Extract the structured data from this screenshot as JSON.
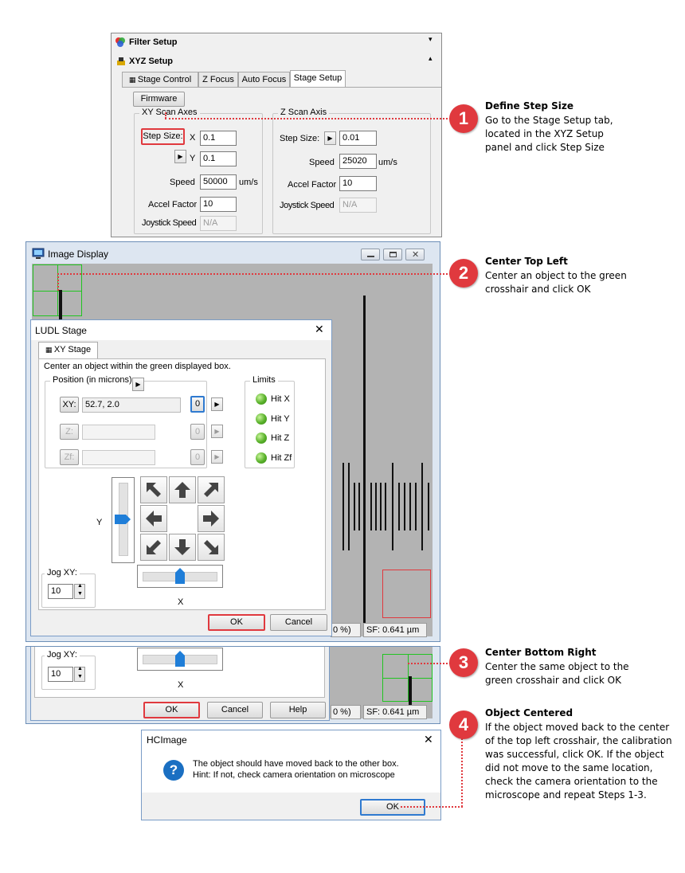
{
  "filter_setup": {
    "title": "Filter Setup"
  },
  "xyz_setup": {
    "title": "XYZ Setup",
    "tabs": [
      "Stage Control",
      "Z Focus",
      "Auto Focus",
      "Stage Setup"
    ],
    "firmware_label": "Firmware",
    "xy_group": "XY Scan Axes",
    "z_group": "Z Scan Axis",
    "step_size_label": "Step Size:",
    "x_label": "X",
    "y_label": "Y",
    "x_step": "0.1",
    "y_step": "0.1",
    "speed_label": "Speed",
    "xy_speed": "50000",
    "xy_speed_unit": "um/s",
    "accel_label": "Accel Factor",
    "xy_accel": "10",
    "joystick_label": "Joystick Speed",
    "xy_joystick": "N/A",
    "z_step_label": "Step Size:",
    "z_step": "0.01",
    "z_speed_label": "Speed",
    "z_speed": "25020",
    "z_speed_unit": "um/s",
    "z_accel_label": "Accel Factor",
    "z_accel": "10",
    "z_joystick_label": "Joystick Speed",
    "z_joystick": "N/A"
  },
  "image_display": {
    "title": "Image Display",
    "zoom_text": "0 %)",
    "sf_text": "SF: 0.641 µm"
  },
  "ludl_stage": {
    "title": "LUDL Stage",
    "tab": "XY Stage",
    "instruction": "Center an object within the green displayed box.",
    "position_group": "Position (in microns)",
    "xy_label": "XY:",
    "xy_value": "52.7, 2.0",
    "xy_zero": "0",
    "z_label": "Z:",
    "z_zero": "0",
    "zf_label": "Zf:",
    "zf_zero": "0",
    "limits_group": "Limits",
    "limits": [
      "Hit X",
      "Hit Y",
      "Hit Z",
      "Hit Zf"
    ],
    "y_axis_label": "Y",
    "x_axis_label": "X",
    "jog_label": "Jog XY:",
    "jog_value": "10",
    "ok_label": "OK",
    "cancel_label": "Cancel"
  },
  "ludl_stage_2": {
    "jog_label": "Jog XY:",
    "jog_value": "10",
    "x_axis_label": "X",
    "ok_label": "OK",
    "cancel_label": "Cancel",
    "help_label": "Help",
    "zoom_text": "0 %)",
    "sf_text": "SF: 0.641 µm"
  },
  "hcimage_dialog": {
    "title": "HCImage",
    "message_line1": "The object should have moved back to the other box.",
    "message_line2": "Hint: If not, check camera orientation on microscope",
    "ok_label": "OK"
  },
  "steps": [
    {
      "number": "1",
      "title": "Define Step Size",
      "desc": "Go to the Stage Setup tab, located in the XYZ Setup panel and click Step Size"
    },
    {
      "number": "2",
      "title": "Center Top Left",
      "desc": "Center an object to the green crosshair and click OK"
    },
    {
      "number": "3",
      "title": "Center Bottom Right",
      "desc": "Center the same object to the green crosshair and click OK"
    },
    {
      "number": "4",
      "title": "Object Centered",
      "desc": "If the object moved back to the center of the top left crosshair, the calibration was successful, click OK.  If the object did not move to the same location, check the camera orientation to the microscope and repeat Steps 1-3."
    }
  ],
  "colors": {
    "highlight": "#e0393e",
    "crosshair": "#22c422",
    "info": "#1a6fc2"
  }
}
